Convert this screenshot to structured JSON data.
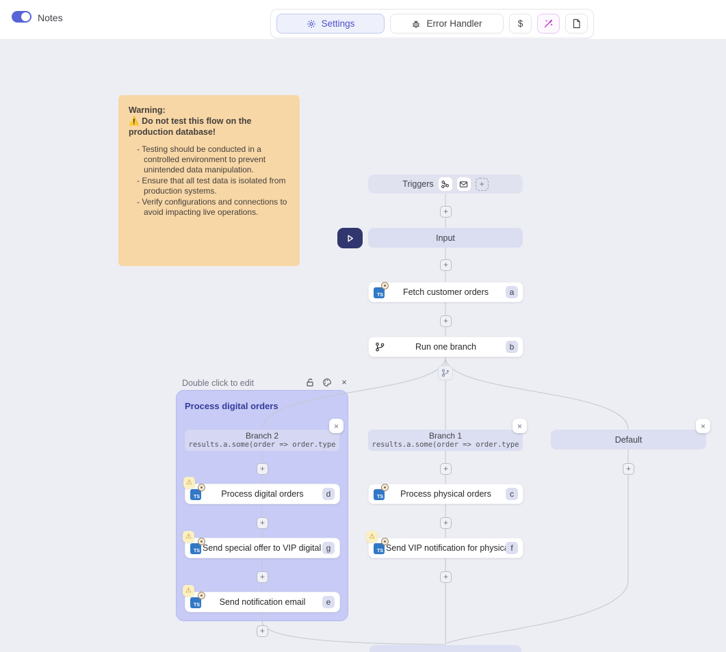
{
  "colors": {
    "accent": "#4B51C6",
    "canvas_bg": "#EDEEF3",
    "note_bg": "#F8D7A7",
    "group_bg": "#C7CBF5",
    "lavender_node": "#DCDEF1",
    "play_button": "#31376E",
    "wand_icon": "#C23BD4",
    "warning_icon": "#C08A2E",
    "ts_logo_bg": "#3178C6",
    "edge": "#C6C8D2"
  },
  "icons": {
    "plus": "+",
    "close": "×",
    "warning": "⚠",
    "ts_logo": "TS"
  },
  "header": {
    "notes_label": "Notes",
    "toolbar": {
      "settings_label": "Settings",
      "error_handler_label": "Error Handler",
      "dollar_label": "$"
    }
  },
  "note": {
    "title": "Warning:",
    "warning_icon": "⚠️",
    "warning_text": "Do not test this flow on the production database!",
    "bullets": [
      "Testing should be conducted in a controlled environment to prevent unintended data manipulation.",
      "Ensure that all test data is isolated from production systems.",
      "Verify configurations and connections to avoid impacting live operations."
    ]
  },
  "flow": {
    "triggers_label": "Triggers",
    "input_label": "Input",
    "fetch_node": {
      "label": "Fetch customer orders",
      "badge": "a"
    },
    "run_branch_node": {
      "label": "Run one branch",
      "badge": "b"
    },
    "group": {
      "edit_hint": "Double click to edit",
      "title": "Process digital orders",
      "branch2": {
        "title": "Branch 2",
        "code": "results.a.some(order => order.type"
      },
      "nodes": [
        {
          "label": "Process digital orders",
          "badge": "d"
        },
        {
          "label": "Send special offer to VIP digital c...",
          "badge": "g"
        },
        {
          "label": "Send notification email",
          "badge": "e"
        }
      ]
    },
    "branch1": {
      "title": "Branch 1",
      "code": "results.a.some(order => order.type",
      "nodes": [
        {
          "label": "Process physical orders",
          "badge": "c"
        },
        {
          "label": "Send VIP notification for physical...",
          "badge": "f"
        }
      ]
    },
    "default_branch": {
      "title": "Default"
    }
  }
}
